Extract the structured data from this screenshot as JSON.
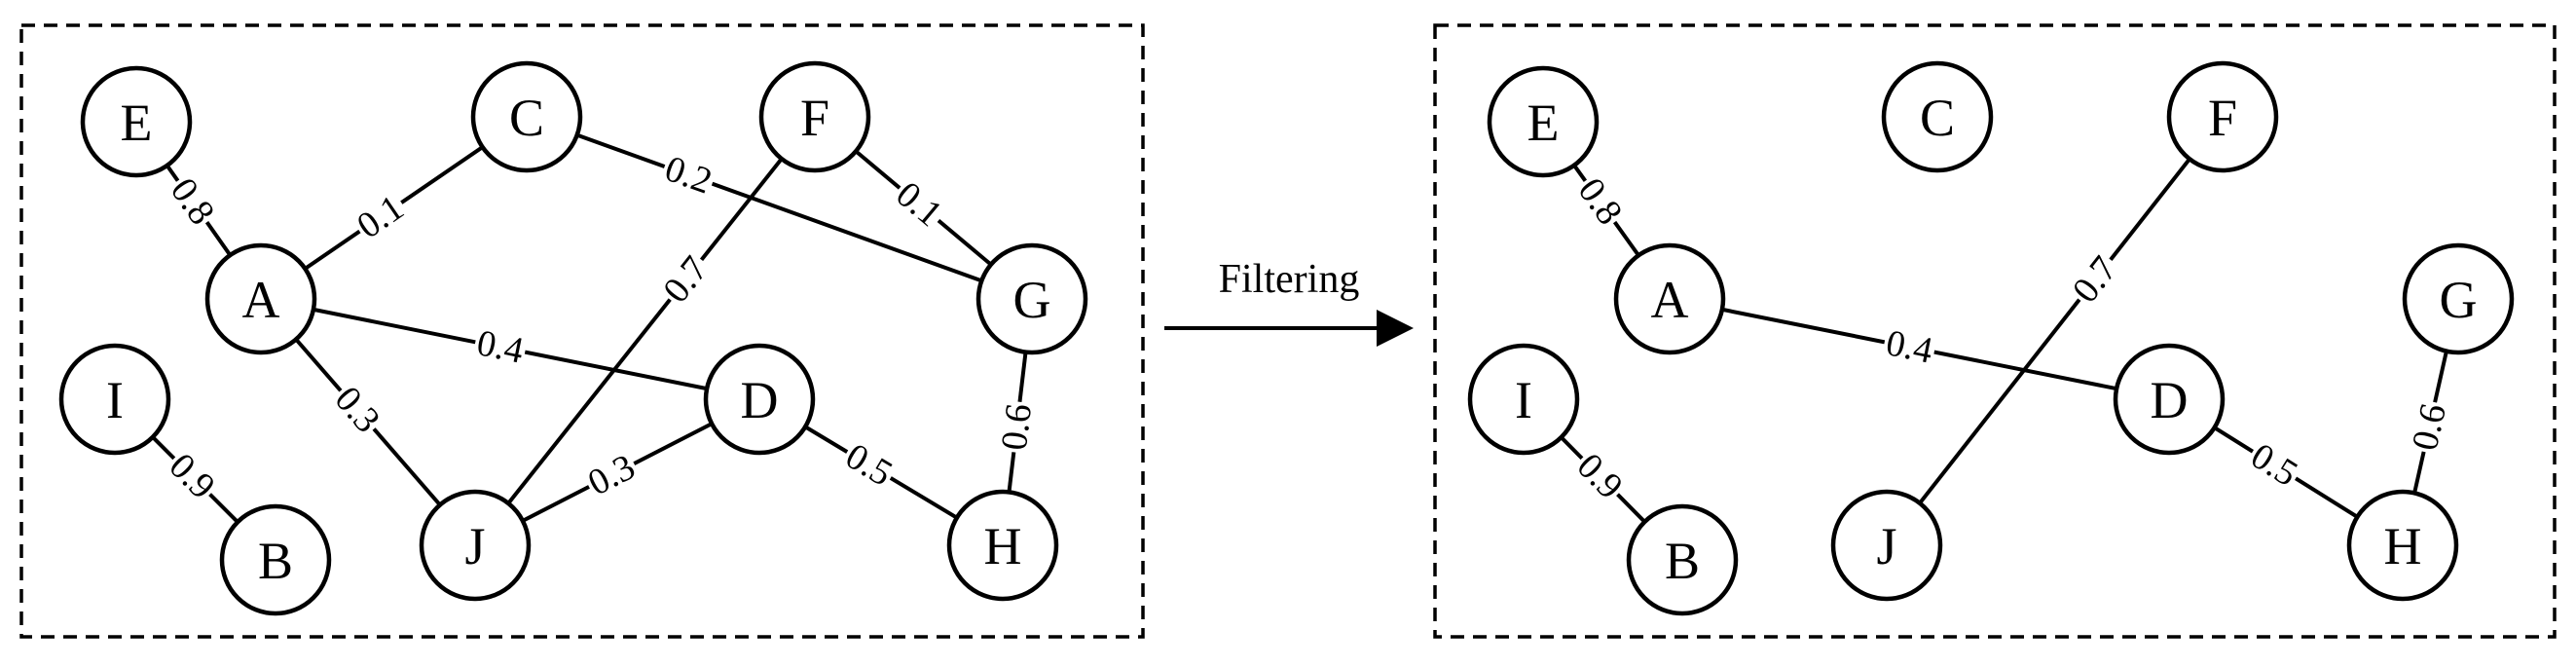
{
  "arrow": {
    "label": "Filtering"
  },
  "graphs": [
    {
      "name": "before-filtering",
      "nodes": [
        "E",
        "C",
        "F",
        "A",
        "G",
        "I",
        "D",
        "J",
        "H",
        "B"
      ],
      "edges": [
        {
          "from": "E",
          "to": "A",
          "weight": "0.8"
        },
        {
          "from": "A",
          "to": "C",
          "weight": "0.1"
        },
        {
          "from": "C",
          "to": "G",
          "weight": "0.2"
        },
        {
          "from": "F",
          "to": "G",
          "weight": "0.1"
        },
        {
          "from": "A",
          "to": "D",
          "weight": "0.4"
        },
        {
          "from": "F",
          "to": "J",
          "weight": "0.7"
        },
        {
          "from": "A",
          "to": "J",
          "weight": "0.3"
        },
        {
          "from": "J",
          "to": "D",
          "weight": "0.3"
        },
        {
          "from": "D",
          "to": "H",
          "weight": "0.5"
        },
        {
          "from": "G",
          "to": "H",
          "weight": "0.6"
        },
        {
          "from": "I",
          "to": "B",
          "weight": "0.9"
        }
      ]
    },
    {
      "name": "after-filtering",
      "nodes": [
        "E",
        "C",
        "F",
        "A",
        "G",
        "I",
        "D",
        "J",
        "H",
        "B"
      ],
      "edges": [
        {
          "from": "E",
          "to": "A",
          "weight": "0.8"
        },
        {
          "from": "A",
          "to": "D",
          "weight": "0.4"
        },
        {
          "from": "F",
          "to": "J",
          "weight": "0.7"
        },
        {
          "from": "D",
          "to": "H",
          "weight": "0.5"
        },
        {
          "from": "G",
          "to": "H",
          "weight": "0.6"
        },
        {
          "from": "I",
          "to": "B",
          "weight": "0.9"
        }
      ]
    }
  ]
}
